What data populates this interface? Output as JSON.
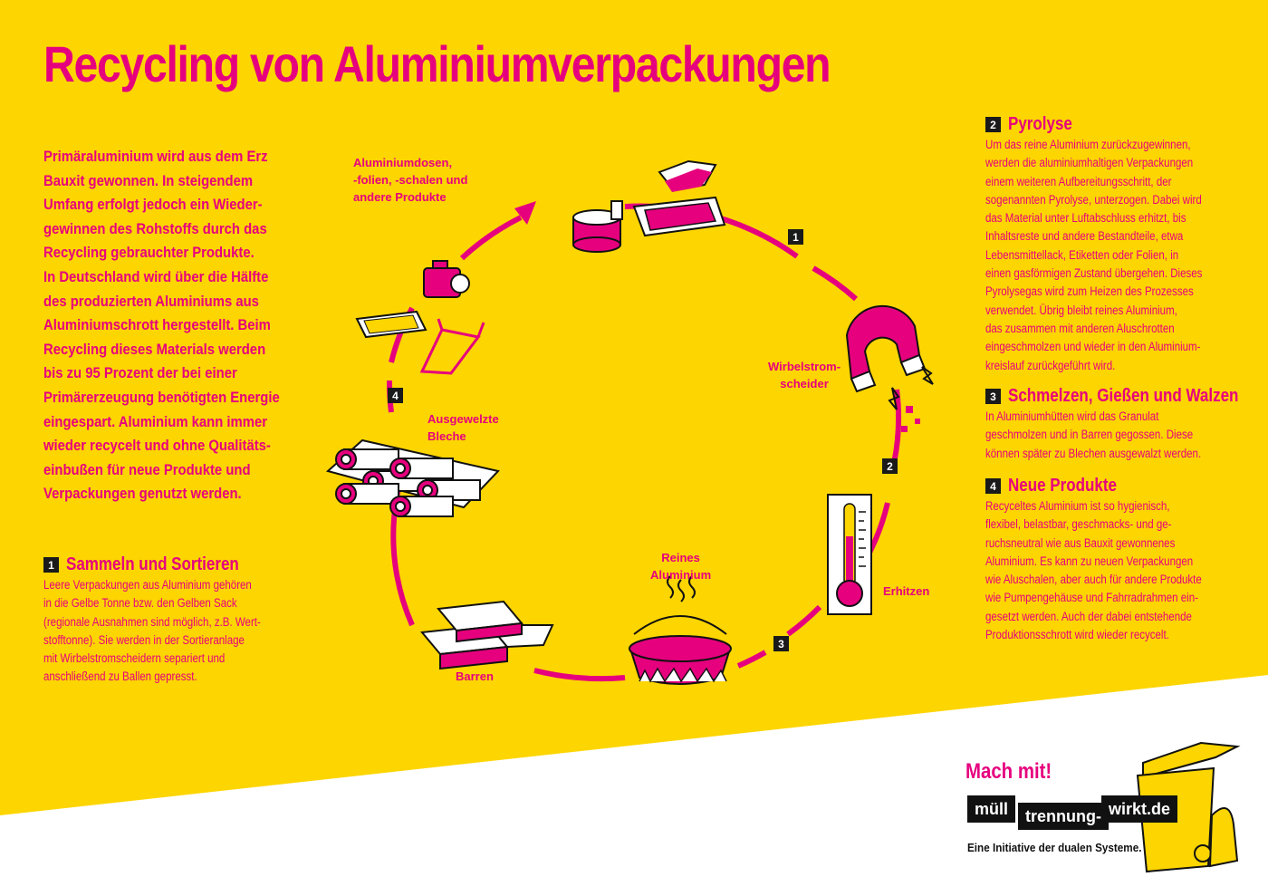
{
  "title": "Recycling von Aluminiumverpackungen",
  "intro_lines": [
    "Primäraluminium wird aus dem Erz",
    "Bauxit gewonnen. In steigendem",
    "Umfang erfolgt jedoch ein Wieder-",
    "gewinnen des Rohstoffs durch das",
    "Recycling gebrauchter Produkte.",
    "In Deutschland wird über die Hälfte",
    "des produzierten Aluminiums aus",
    "Aluminiumschrott hergestellt. Beim",
    "Recycling dieses Materials werden",
    "bis zu 95 Prozent der bei einer",
    "Primärerzeugung benötigten Energie",
    "eingespart. Aluminium kann immer",
    "wieder recycelt und ohne Qualitäts-",
    "einbußen für neue Produkte und",
    "Verpackungen genutzt werden."
  ],
  "sections": [
    {
      "num": "1",
      "title": "Sammeln und Sortieren",
      "lines": [
        "Leere Verpackungen aus Aluminium gehören",
        "in die Gelbe Tonne bzw. den Gelben Sack",
        "(regionale Ausnahmen sind möglich, z.B. Wert-",
        "stofftonne). Sie werden in der Sortieranlage",
        "mit Wirbelstromscheidern separiert und",
        "anschließend zu Ballen gepresst."
      ]
    },
    {
      "num": "2",
      "title": "Pyrolyse",
      "lines": [
        "Um das reine Aluminium zurückzugewinnen,",
        "werden die aluminiumhaltigen Verpackungen",
        "einem weiteren Aufbereitungsschritt, der",
        "sogenannten Pyrolyse, unterzogen. Dabei wird",
        "das Material unter Luftabschluss erhitzt, bis",
        "Inhaltsreste und andere Bestandteile, etwa",
        "Lebensmittellack, Etiketten oder Folien, in",
        "einen gasförmigen Zustand übergehen. Dieses",
        "Pyrolysegas wird zum Heizen des Prozesses",
        "verwendet. Übrig bleibt reines Aluminium,",
        "das zusammen mit anderen Aluschrotten",
        "eingeschmolzen und wieder in den Aluminium-",
        "kreislauf zurückgeführt wird."
      ]
    },
    {
      "num": "3",
      "title": "Schmelzen, Gießen und Walzen",
      "lines": [
        "In Aluminiumhütten wird das Granulat",
        "geschmolzen und in Barren gegossen. Diese",
        "können später zu Blechen ausgewalzt werden."
      ]
    },
    {
      "num": "4",
      "title": "Neue Produkte",
      "lines": [
        "Recyceltes Aluminium ist so hygienisch,",
        "flexibel, belastbar, geschmacks- und ge-",
        "ruchsneutral wie aus Bauxit gewonnenes",
        "Aluminium. Es kann zu neuen Verpackungen",
        "wie Aluschalen, aber auch für andere Produkte",
        "wie Pumpengehäuse und Fahrradrahmen ein-",
        "gesetzt werden.  Auch der dabei entstehende",
        "Produktionsschrott wird wieder recycelt."
      ]
    }
  ],
  "cycle_labels": {
    "products": [
      "Aluminiumdosen,",
      "-folien, -schalen und",
      "andere Produkte"
    ],
    "eddy": [
      "Wirbelstrom-",
      "scheider"
    ],
    "heat": "Erhitzen",
    "pure": [
      "Reines",
      "Aluminium"
    ],
    "ingots": "Barren",
    "sheets": [
      "Ausgewelzte",
      "Bleche"
    ]
  },
  "cycle_steps": [
    "1",
    "2",
    "3",
    "4"
  ],
  "cta": "Mach mit!",
  "logo": {
    "w1": "müll",
    "w2": "trennung-",
    "w3": "wirkt.de"
  },
  "tagline": "Eine Initiative der dualen Systeme.",
  "colors": {
    "background": "#fdd500",
    "accent": "#e6007e",
    "dark": "#1a1a1a",
    "white": "#ffffff"
  },
  "icons": [
    "can-icon",
    "tray-icon",
    "magnet-icon",
    "thermometer-icon",
    "melting-pot-icon",
    "ingots-icon",
    "sheet-rolls-icon",
    "bicycle-frame-icon",
    "pump-icon",
    "yellow-bin-icon"
  ]
}
